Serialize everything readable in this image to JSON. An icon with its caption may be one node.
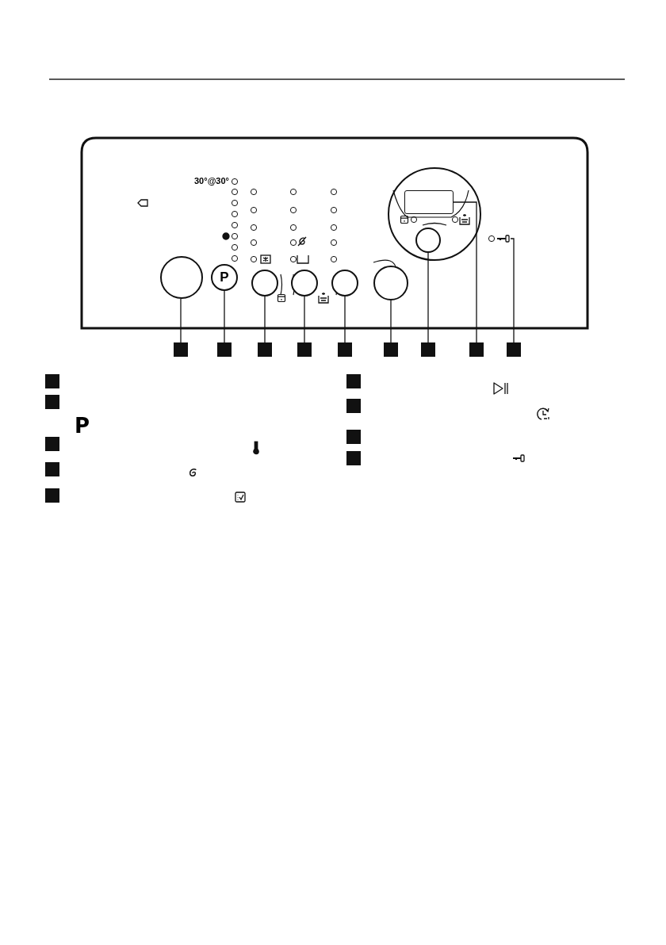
{
  "diagram": {
    "nodes": [
      {
        "text": [],
        "shape": "circle"
      },
      {
        "text": [
          "P"
        ]
      },
      {
        "text": [],
        "shape": "circle"
      },
      {
        "text": [],
        "shape": "circle"
      },
      {
        "text": [],
        "shape": "circle"
      },
      {
        "text": [],
        "shape": "circle"
      },
      {
        "text": [],
        "shape": "circle"
      },
      {
        "text": [],
        "shape": "box"
      },
      {
        "text": [],
        "shape": "box"
      },
      {
        "text": [],
        "shape": "box"
      },
      {
        "text": [],
        "shape": "box"
      },
      {
        "text": [],
        "shape": "box"
      },
      {
        "text": [],
        "shape": "box"
      },
      {
        "text": [],
        "shape": "box"
      },
      {
        "text": [],
        "shape": "box"
      },
      {
        "text": [],
        "shape": "box"
      },
      {
        "text": [],
        "shape": "box"
      },
      {
        "text": [],
        "shape": "box"
      },
      {
        "text": [],
        "shape": "box"
      },
      {
        "text": [],
        "shape": "box"
      },
      {
        "text": [],
        "shape": "box"
      },
      {
        "text": [],
        "shape": "box"
      },
      {
        "text": [],
        "shape": "box"
      },
      {
        "text": [],
        "shape": "box"
      },
      {
        "text": [],
        "shape": "box"
      },
      {
        "text": [],
        "shape": "box"
      },
      {
        "text": [],
        "shape": "box"
      }
    ],
    "edges": [
      {
        "from": 9,
        "to": 0,
        "arrow": "none"
      },
      {
        "from": 10,
        "to": 1,
        "arrow": "none"
      },
      {
        "from": 11,
        "to": 2,
        "arrow": "none"
      },
      {
        "from": 12,
        "to": 3,
        "arrow": "none"
      },
      {
        "from": 13,
        "to": 4,
        "arrow": "none"
      },
      {
        "from": 14,
        "to": 5,
        "arrow": "none"
      },
      {
        "from": 15,
        "to": 6,
        "arrow": "none"
      },
      {
        "from": 16,
        "to": 7,
        "arrow": "none"
      },
      {
        "from": 17,
        "to": 8,
        "arrow": "none"
      }
    ],
    "labels": [
      "30°@30°",
      "P"
    ]
  }
}
